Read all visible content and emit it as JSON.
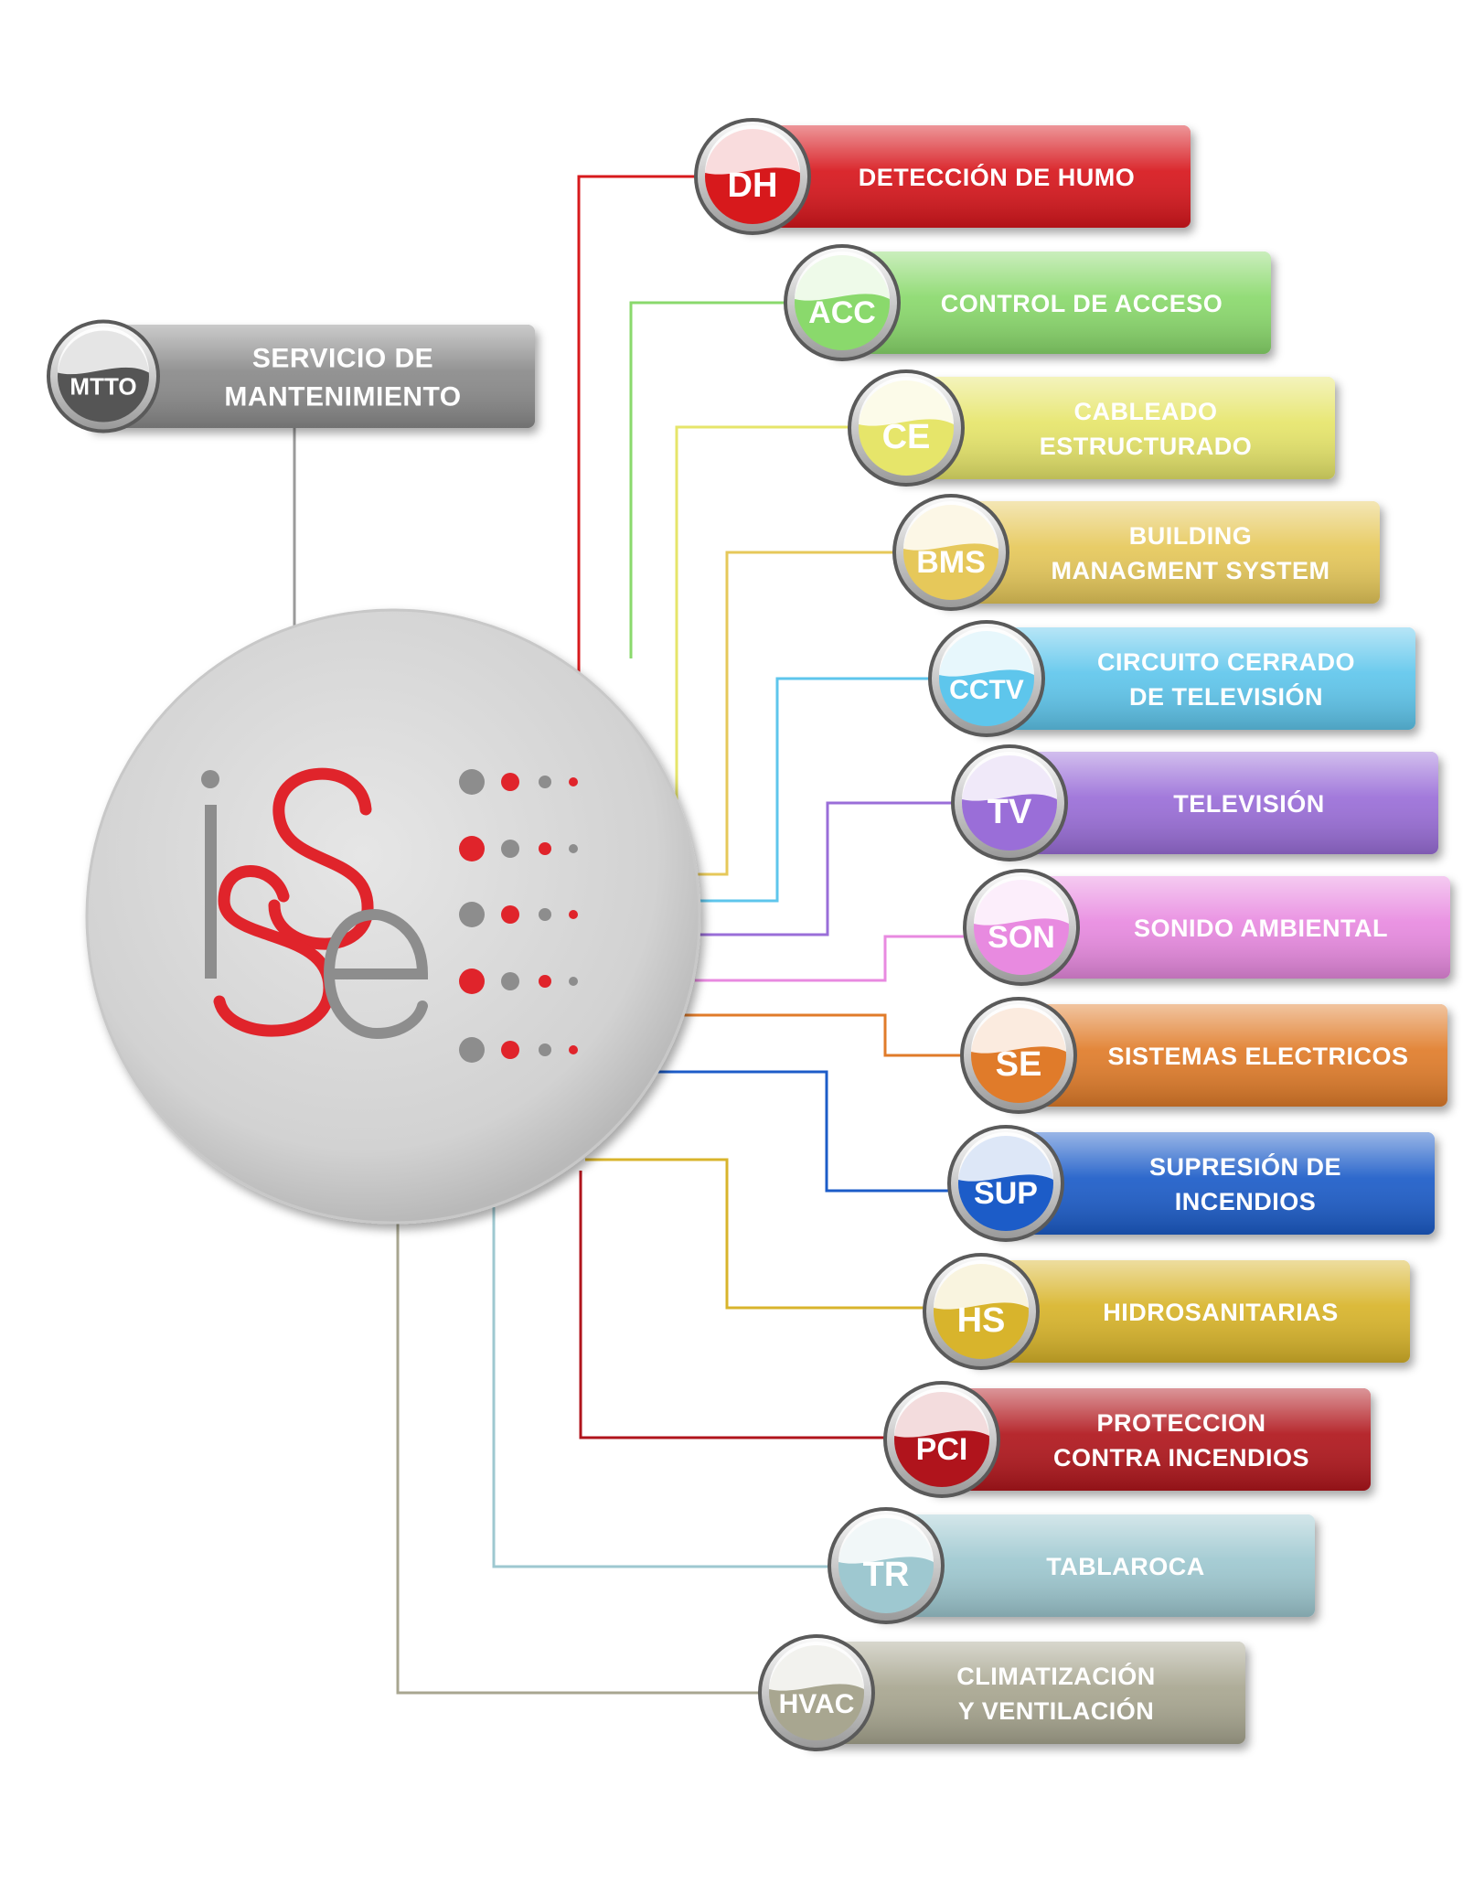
{
  "hub": {
    "logo": "iSSe"
  },
  "maintenance": {
    "code": "MTTO",
    "lines": [
      "SERVICIO DE",
      "MANTENIMIENTO"
    ],
    "color": "#8a8a8a"
  },
  "services": [
    {
      "id": "dh",
      "code": "DH",
      "lines": [
        "DETECCIÓN DE HUMO"
      ],
      "color": "#d7191c"
    },
    {
      "id": "acc",
      "code": "ACC",
      "lines": [
        "CONTROL DE ACCESO"
      ],
      "color": "#8ad96c"
    },
    {
      "id": "ce",
      "code": "CE",
      "lines": [
        "CABLEADO",
        "ESTRUCTURADO"
      ],
      "color": "#e6e56a"
    },
    {
      "id": "bms",
      "code": "BMS",
      "lines": [
        "BUILDING",
        "MANAGMENT SYSTEM"
      ],
      "color": "#e6c85a"
    },
    {
      "id": "cctv",
      "code": "CCTV",
      "lines": [
        "CIRCUITO CERRADO",
        "DE TELEVISIÓN"
      ],
      "color": "#5ec6ec"
    },
    {
      "id": "tv",
      "code": "TV",
      "lines": [
        "TELEVISIÓN"
      ],
      "color": "#9a6ed8"
    },
    {
      "id": "son",
      "code": "SON",
      "lines": [
        "SONIDO AMBIENTAL"
      ],
      "color": "#e88ae0"
    },
    {
      "id": "se",
      "code": "SE",
      "lines": [
        "SISTEMAS ELECTRICOS"
      ],
      "color": "#e07b2a"
    },
    {
      "id": "sup",
      "code": "SUP",
      "lines": [
        "SUPRESIÓN DE",
        "INCENDIOS"
      ],
      "color": "#1c5cc8"
    },
    {
      "id": "hs",
      "code": "HS",
      "lines": [
        "HIDROSANITARIAS"
      ],
      "color": "#d8b42c"
    },
    {
      "id": "pci",
      "code": "PCI",
      "lines": [
        "PROTECCION",
        "CONTRA INCENDIOS"
      ],
      "color": "#b0141c"
    },
    {
      "id": "tr",
      "code": "TR",
      "lines": [
        "TABLAROCA"
      ],
      "color": "#9ec8d0"
    },
    {
      "id": "hvac",
      "code": "HVAC",
      "lines": [
        "CLIMATIZACIÓN",
        "Y VENTILACIÓN"
      ],
      "color": "#a8a690"
    }
  ]
}
